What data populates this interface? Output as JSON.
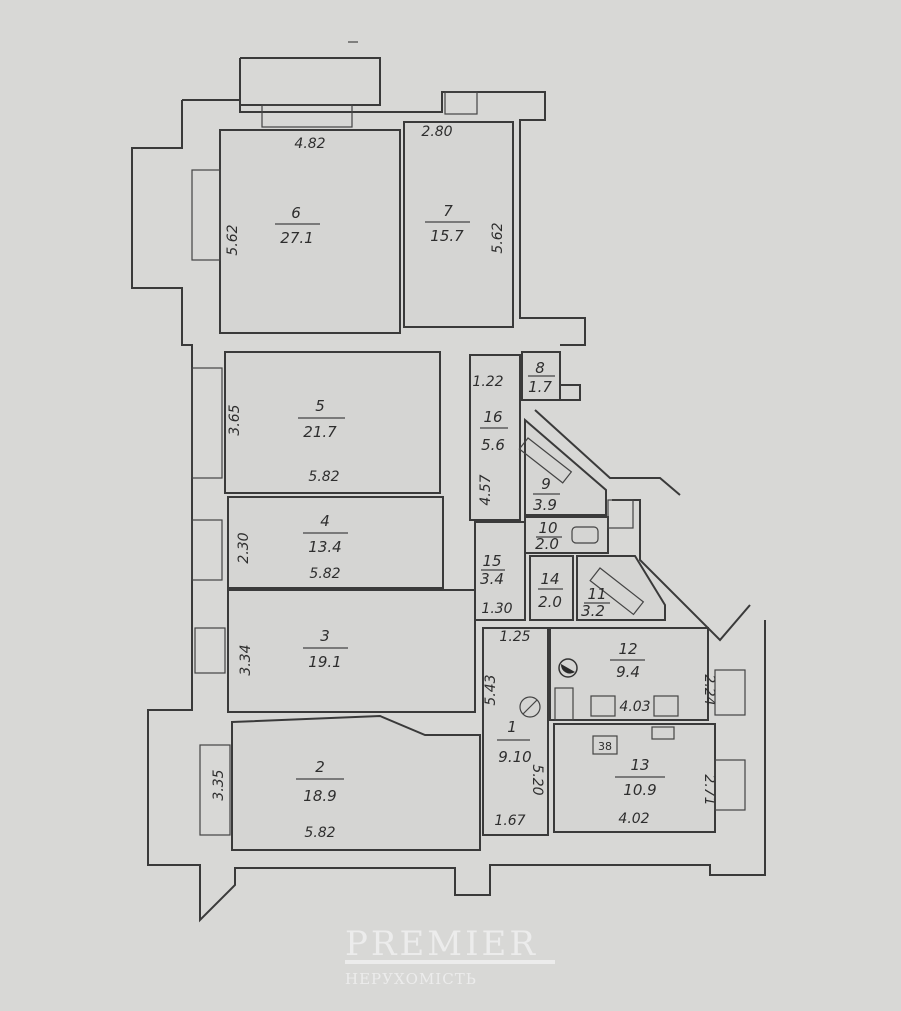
{
  "watermark": {
    "brand": "PREMIER",
    "subtitle": "НЕРУХОМІСТЬ"
  },
  "rooms": {
    "r1": {
      "number": "1",
      "area": "9.10",
      "dims": [
        "1.25",
        "5.43",
        "5.20",
        "1.67"
      ]
    },
    "r2": {
      "number": "2",
      "area": "18.9",
      "dims": [
        "3.35",
        "5.82"
      ]
    },
    "r3": {
      "number": "3",
      "area": "19.1",
      "dims": [
        "3.34"
      ]
    },
    "r4": {
      "number": "4",
      "area": "13.4",
      "dims": [
        "2.30",
        "5.82"
      ]
    },
    "r5": {
      "number": "5",
      "area": "21.7",
      "dims": [
        "3.65",
        "5.82"
      ]
    },
    "r6": {
      "number": "6",
      "area": "27.1",
      "dims": [
        "4.82",
        "5.62"
      ]
    },
    "r7": {
      "number": "7",
      "area": "15.7",
      "dims": [
        "2.80",
        "5.62"
      ]
    },
    "r8": {
      "number": "8",
      "area": "1.7"
    },
    "r9": {
      "number": "9",
      "area": "3.9"
    },
    "r10": {
      "number": "10",
      "area": "2.0"
    },
    "r11": {
      "number": "11",
      "area": "3.2"
    },
    "r12": {
      "number": "12",
      "area": "9.4",
      "dims": [
        "4.03",
        "2.24"
      ]
    },
    "r13": {
      "number": "13",
      "area": "10.9",
      "dims": [
        "4.02",
        "2.71"
      ],
      "stove_mark": "38"
    },
    "r14": {
      "number": "14",
      "area": "2.0"
    },
    "r15": {
      "number": "15",
      "area": "3.4",
      "dims": [
        "1.30"
      ]
    },
    "r16": {
      "number": "16",
      "area": "5.6",
      "dims": [
        "1.22",
        "4.57"
      ]
    }
  }
}
